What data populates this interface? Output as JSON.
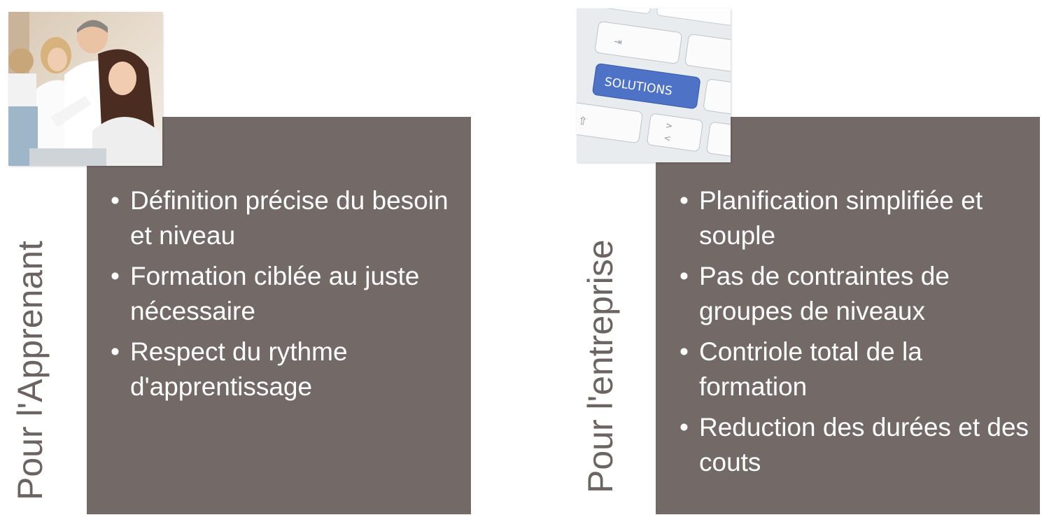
{
  "sections": [
    {
      "title": "Pour l'Apprenant",
      "image_icon": "people-at-computer-photo",
      "bullets": [
        "Définition précise du besoin et niveau",
        "Formation ciblée au juste nécessaire",
        "Respect du rythme d'apprentissage"
      ]
    },
    {
      "title": "Pour l'entreprise",
      "image_icon": "keyboard-solutions-key-photo",
      "image_text": "SOLUTIONS",
      "bullets": [
        "Planification simplifiée et souple",
        "Pas de contraintes de groupes de niveaux",
        "Contriole total de la formation",
        "Reduction des durées et des couts"
      ]
    }
  ],
  "colors": {
    "panel": "#736a67",
    "title_text": "#6c6462",
    "bullet_text": "#ffffff",
    "key_blue": "#4d72c6"
  }
}
